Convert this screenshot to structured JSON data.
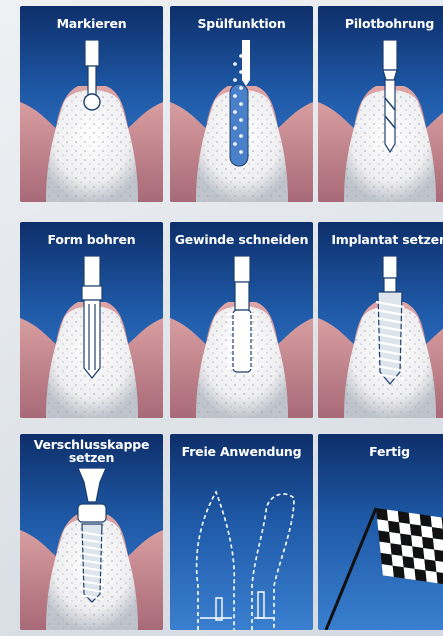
{
  "tiles": [
    {
      "id": "markieren",
      "label": "Markieren",
      "tool_icon": "marker-tool-icon",
      "illustration": "gum-bone"
    },
    {
      "id": "spuelfunktion",
      "label": "Spülfunktion",
      "tool_icon": "rinse-tool-icon",
      "illustration": "gum-bone"
    },
    {
      "id": "pilotbohrung",
      "label": "Pilotbohrung",
      "tool_icon": "pilot-drill-icon",
      "illustration": "gum-bone"
    },
    {
      "id": "form-bohren",
      "label": "Form bohren",
      "tool_icon": "form-drill-icon",
      "illustration": "gum-bone"
    },
    {
      "id": "gewinde-schneiden",
      "label": "Gewinde schneiden",
      "tool_icon": "thread-tap-icon",
      "illustration": "gum-bone"
    },
    {
      "id": "implantat-setzen",
      "label": "Implantat setzen",
      "tool_icon": "implant-icon",
      "illustration": "gum-bone"
    },
    {
      "id": "verschlusskappe-setzen",
      "label": "Verschlusskappe setzen",
      "tool_icon": "cover-cap-icon",
      "illustration": "gum-bone"
    },
    {
      "id": "freie-anwendung",
      "label": "Freie Anwendung",
      "tool_icon": "free-use-outline-icon",
      "illustration": "dashed-outlines"
    },
    {
      "id": "fertig",
      "label": "Fertig",
      "tool_icon": "checkered-flag-icon",
      "illustration": "flag"
    }
  ],
  "colors": {
    "tile_top": "#0e2f6a",
    "tile_bottom": "#3a7fcf",
    "gum": "#c98888",
    "bone": "#efeef0",
    "tool": "#ffffff",
    "tool_outline": "#1c3f6e"
  }
}
